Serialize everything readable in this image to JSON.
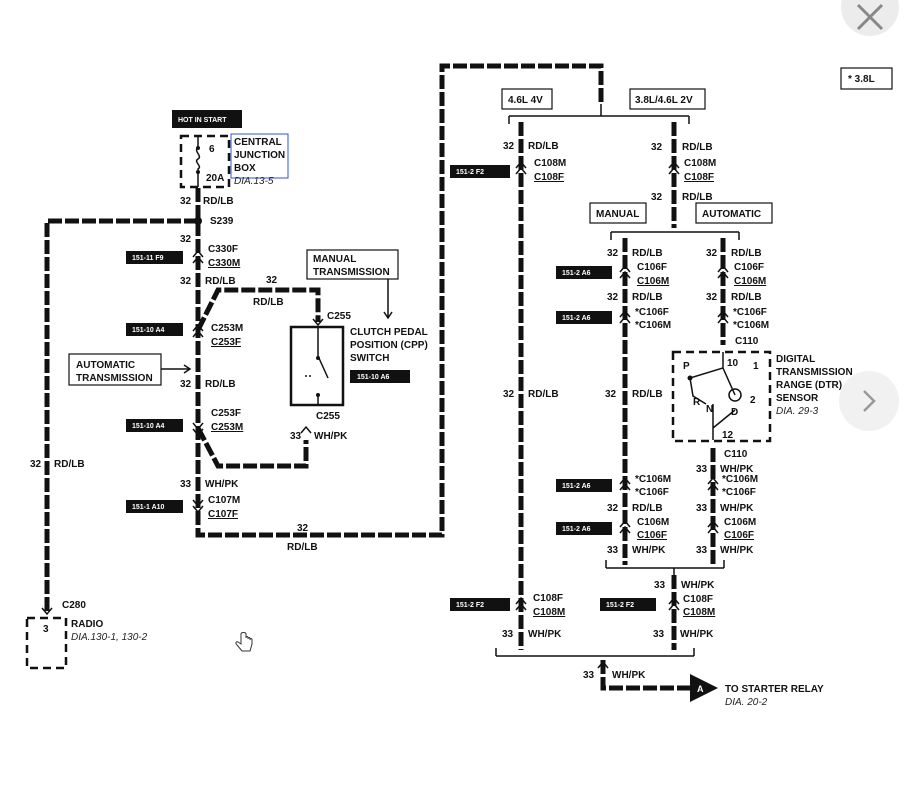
{
  "controls": {
    "close_icon": "x-icon",
    "next_icon": "chevron-right-icon"
  },
  "diagram": {
    "hot_in_start": "HOT IN START",
    "fuse_circuit": "6",
    "fuse_amps": "20A",
    "cjb_line1": "CENTRAL",
    "cjb_line2": "JUNCTION",
    "cjb_line3": "BOX",
    "cjb_dia": "DIA.13-5",
    "engine_note": "* 3.8L",
    "engine_46_4v": "4.6L 4V",
    "engine_38_46_2v": "3.8L/4.6L 2V",
    "manual": "MANUAL",
    "automatic": "AUTOMATIC",
    "manual_trans_1": "MANUAL",
    "manual_trans_2": "TRANSMISSION",
    "auto_trans_1": "AUTOMATIC",
    "auto_trans_2": "TRANSMISSION",
    "cpp_1": "CLUTCH PEDAL",
    "cpp_2": "POSITION (CPP)",
    "cpp_3": "SWITCH",
    "dtr_1": "DIGITAL",
    "dtr_2": "TRANSMISSION",
    "dtr_3": "RANGE (DTR)",
    "dtr_4": "SENSOR",
    "dtr_dia": "DIA. 29-3",
    "dtr_p": "P",
    "dtr_10": "10",
    "dtr_1_pin": "1",
    "dtr_2_pin": "2",
    "dtr_r": "R",
    "dtr_n": "N",
    "dtr_d": "D",
    "dtr_12": "12",
    "radio": "RADIO",
    "radio_dia": "DIA.130-1, 130-2",
    "radio_pin": "3",
    "starter_a": "A",
    "starter_1": "TO STARTER RELAY",
    "starter_dia": "DIA. 20-2",
    "w32": "32",
    "w33": "33",
    "rdlb": "RD/LB",
    "whpk": "WH/PK",
    "s239": "S239",
    "c330f": "C330F",
    "c330m": "C330M",
    "c253m": "C253M",
    "c253f": "C253F",
    "c255": "C255",
    "c107m": "C107M",
    "c107f": "C107F",
    "c280": "C280",
    "c108m": "C108M",
    "c108f": "C108F",
    "c106f": "C106F",
    "c106m": "C106M",
    "c106f_star": "*C106F",
    "c106m_star": "*C106M",
    "c110": "C110",
    "ref_151_11_f9": "151-11 F9",
    "ref_151_10_a4": "151-10 A4",
    "ref_151_10_a6": "151-10 A6",
    "ref_151_1_a10": "151-1 A10",
    "ref_151_2_f2": "151-2 F2",
    "ref_151_2_a6": "151-2 A6"
  }
}
